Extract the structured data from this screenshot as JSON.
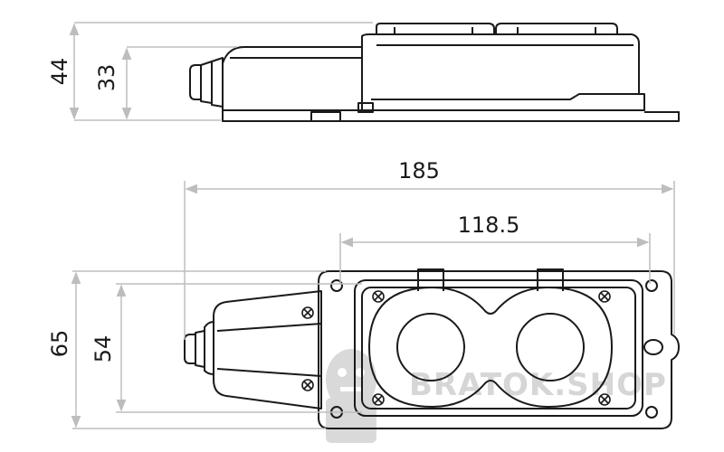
{
  "drawing": {
    "dimensions": {
      "side_height_outer": "44",
      "side_height_inner": "33",
      "overall_length": "185",
      "button_span": "118.5",
      "plan_width_outer": "65",
      "plan_width_inner": "54"
    },
    "watermark": "BRATOK.SHOP",
    "colors": {
      "outline": "#1a1a1a",
      "dimension_line": "#bdbdbd",
      "watermark": "#d6d6d6"
    }
  }
}
